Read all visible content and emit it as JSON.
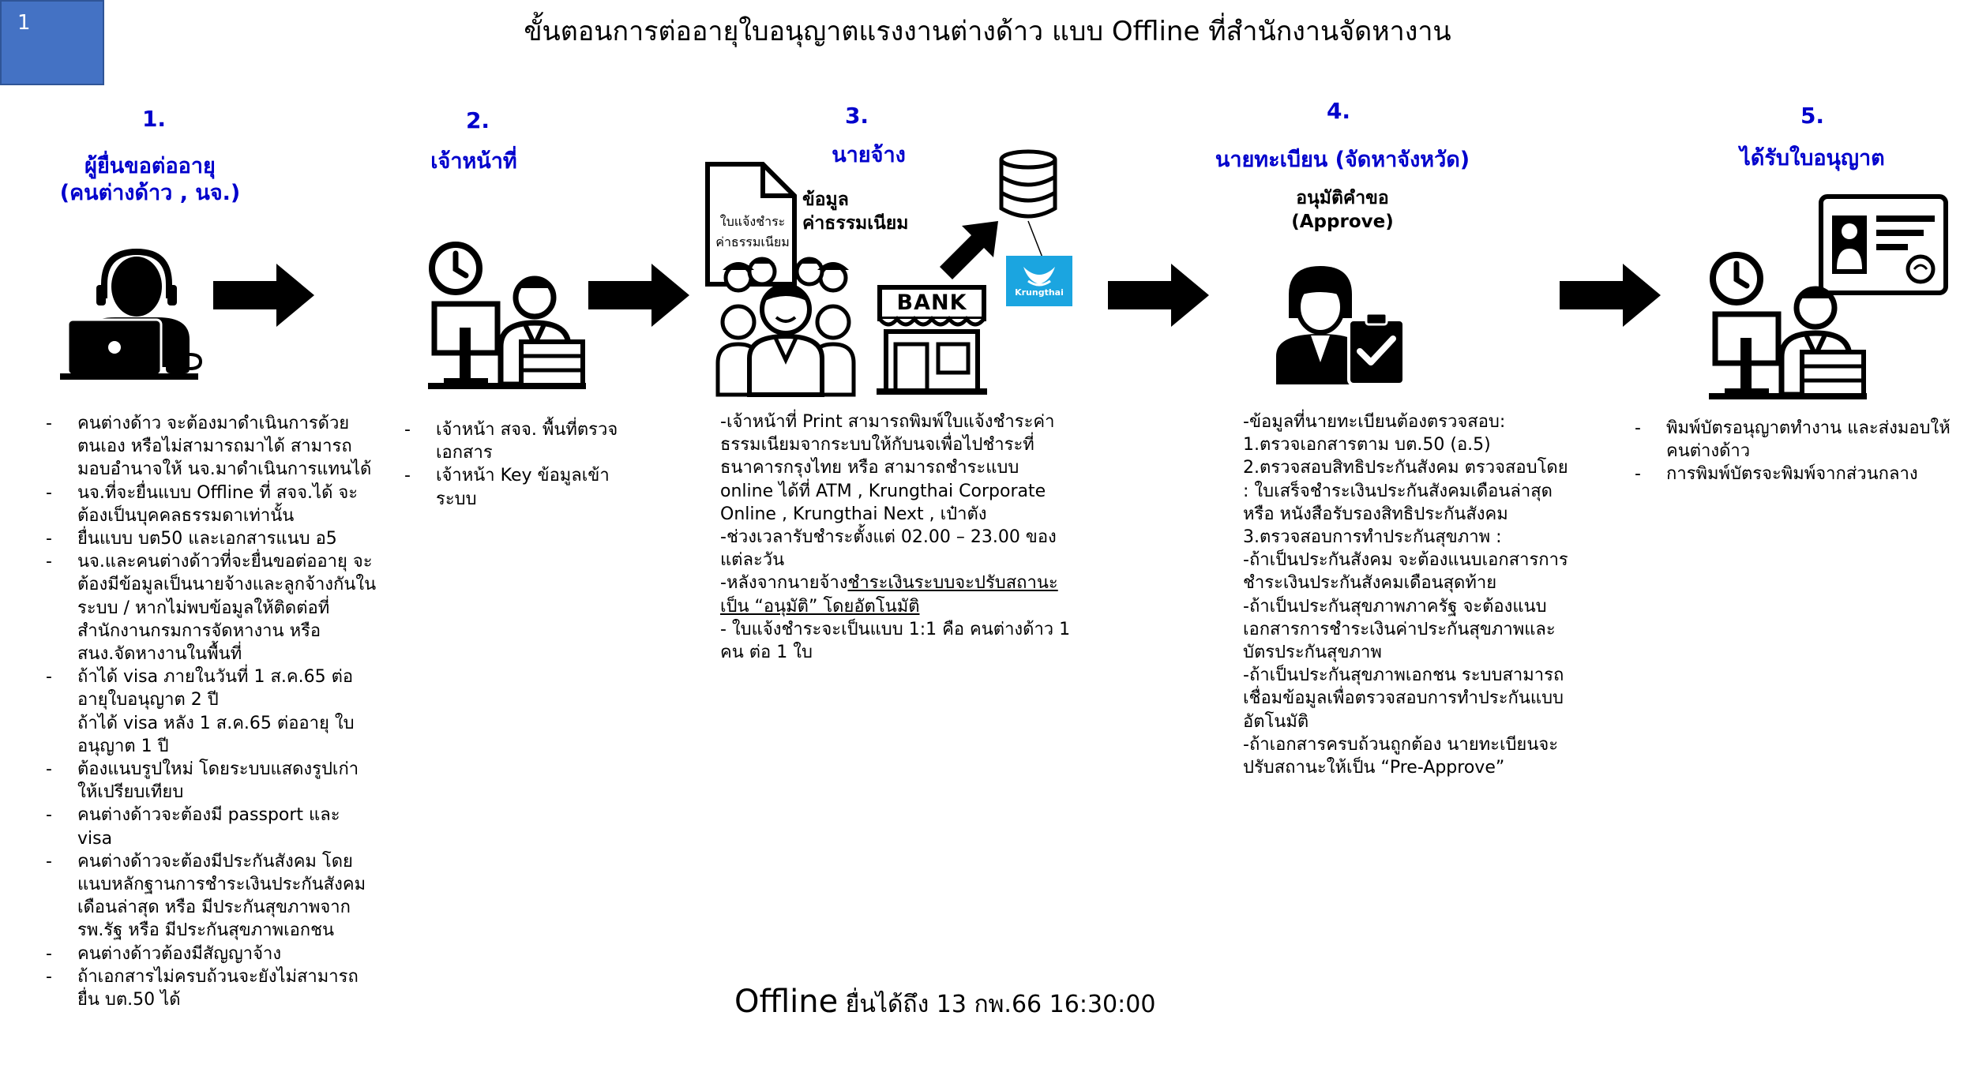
{
  "slide_number": "1",
  "title": "ขั้นตอนการต่ออายุใบอนุญาตแรงงานต่างด้าว แบบ Offline ที่สำนักงานจัดหางาน",
  "steps": [
    {
      "num": "1.",
      "title_lines": [
        "ผู้ยื่นขอต่ออายุ",
        "(คนต่างด้าว , นจ.)"
      ],
      "icon": "person-laptop-icon",
      "bullets": [
        "คนต่างด้าว จะต้องมาดำเนินการด้วยตนเอง หรือไม่สามารถมาได้ สามารถมอบอำนาจให้ นจ.มาดำเนินการแทนได้",
        "นจ.ที่จะยื่นแบบ Offline ที่ สจจ.ได้ จะต้องเป็นบุคคลธรรมดาเท่านั้น",
        "ยื่นแบบ บต50 และเอกสารแนบ อ5",
        "นจ.และคนต่างด้าวที่จะยื่นขอต่ออายุ จะต้องมีข้อมูลเป็นนายจ้างและลูกจ้างกันในระบบ / หากไม่พบข้อมูลให้ติดต่อที่ สำนักงานกรมการจัดหางาน หรือสนง.จัดหางานในพื้นที่",
        "ถ้าได้ visa ภายในวันที่ 1 ส.ค.65 ต่ออายุใบอนุญาต 2 ปี",
        "ถ้าได้ visa หลัง 1 ส.ค.65 ต่ออายุ ใบอนุญาต 1 ปี",
        "ต้องแนบรูปใหม่ โดยระบบแสดงรูปเก่าให้เปรียบเทียบ",
        "คนต่างด้าวจะต้องมี passport และ visa",
        "คนต่างด้าวจะต้องมีประกันสังคม โดยแนบหลักฐานการชำระเงินประกันสังคมเดือนล่าสุด หรือ มีประกันสุขภาพจาก รพ.รัฐ หรือ มีประกันสุขภาพเอกชน",
        "คนต่างด้าวต้องมีสัญญาจ้าง",
        "ถ้าเอกสารไม่ครบถ้วนจะยังไม่สามารถยื่น บต.50 ได้"
      ]
    },
    {
      "num": "2.",
      "title_lines": [
        "เจ้าหน้าที่"
      ],
      "icon": "officer-desk-icon",
      "bullets": [
        "เจ้าหน้า สจจ. พื้นที่ตรวจเอกสาร",
        "เจ้าหน้า Key ข้อมูลเข้าระบบ"
      ]
    },
    {
      "num": "3.",
      "title_lines": [
        "นายจ้าง"
      ],
      "icon": "employer-group-icon",
      "doc_label_lines": [
        "ใบแจ้งชำระ",
        "ค่าธรรมเนียม"
      ],
      "data_label_lines": [
        "ข้อมูล",
        "ค่าธรรมเนียม"
      ],
      "bank_label": "BANK",
      "krungthai_label": "Krungthai",
      "paras": [
        "-เจ้าหน้าที่ Print สามารถพิมพ์ใบแจ้งชำระค่าธรรมเนียมจากระบบให้กับนจเพื่อไปชำระที่ธนาคารกรุงไทย หรือ สามารถชำระแบบ online ได้ที่ ATM , Krungthai Corporate Online , Krungthai Next , เป๋าตัง",
        "-ช่วงเวลารับชำระตั้งแต่ 02.00 – 23.00 ของแต่ละวัน",
        "- ใบแจ้งชำระจะเป็นแบบ 1:1 คือ คนต่างด้าว 1 คน ต่อ 1 ใบ"
      ],
      "para_underline_prefix": "-หลังจากนายจ้าง",
      "para_underline_text": "ชำระเงินระบบจะปรับสถานะเป็น “อนุมัติ” โดยอัตโนมัติ"
    },
    {
      "num": "4.",
      "title_lines": [
        "นายทะเบียน (จัดหาจังหวัด)"
      ],
      "icon": "registrar-approve-icon",
      "approve_lines": [
        "อนุมัติคำขอ",
        "(Approve)"
      ],
      "paras": [
        "-ข้อมูลที่นายทะเบียนต้องตรวจสอบ:",
        "1.ตรวจเอกสารตาม บต.50 (อ.5)",
        "2.ตรวจสอบสิทธิประกันสังคม ตรวจสอบโดย : ใบเสร็จชำระเงินประกันสังคมเดือนล่าสุด หรือ หนังสือรับรองสิทธิประกันสังคม",
        "3.ตรวจสอบการทำประกันสุขภาพ :",
        "-ถ้าเป็นประกันสังคม จะต้องแนบเอกสารการชำระเงินประกันสังคมเดือนสุดท้าย",
        "-ถ้าเป็นประกันสุขภาพภาครัฐ จะต้องแนบเอกสารการชำระเงินค่าประกันสุขภาพและบัตรประกันสุขภาพ",
        "-ถ้าเป็นประกันสุขภาพเอกชน ระบบสามารถเชื่อมข้อมูลเพื่อตรวจสอบการทำประกันแบบอัตโนมัติ",
        "-ถ้าเอกสารครบถ้วนถูกต้อง นายทะเบียนจะปรับสถานะให้เป็น “Pre-Approve”"
      ]
    },
    {
      "num": "5.",
      "title_lines": [
        "ได้รับใบอนุญาต"
      ],
      "icon": "license-card-icon",
      "bullets": [
        "พิมพ์บัตรอนุญาตทำงาน และส่งมอบให้คนต่างด้าว",
        "การพิมพ์บัตรจะพิมพ์จากส่วนกลาง"
      ]
    }
  ],
  "deadline": {
    "big": "Offline",
    "rest": " ยื่นได้ถึง 13 กพ.66 16:30:00"
  },
  "colors": {
    "accent": "#0000CC",
    "badge": "#4472C4",
    "krungthai": "#1BA5E0"
  }
}
